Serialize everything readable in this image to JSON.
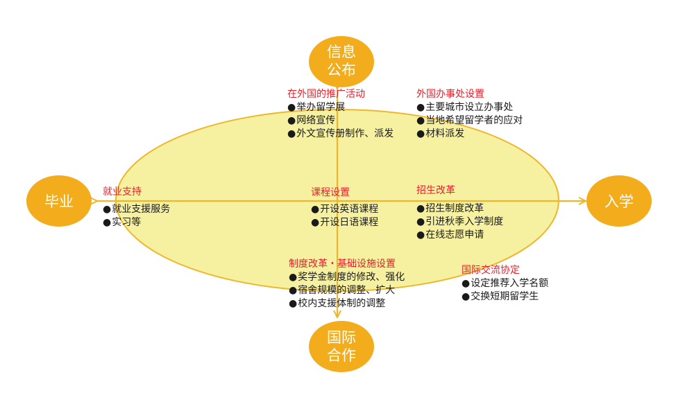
{
  "colors": {
    "node_fill": "#f3ac1c",
    "ellipse_fill": "#f6f1a1",
    "ellipse_stroke": "#efb62a",
    "arrow": "#efb62a",
    "heading": "#e8202a",
    "text": "#1a1a1a"
  },
  "nodes": {
    "top": {
      "line1": "信息",
      "line2": "公布"
    },
    "bottom": {
      "line1": "国际",
      "line2": "合作"
    },
    "left": {
      "label": "毕业"
    },
    "right": {
      "label": "入学"
    }
  },
  "blocks": {
    "promotion": {
      "title": "在外国的推广活动",
      "items": [
        "举办留学展",
        "网络宣传",
        "外文宣传册制作、派发"
      ]
    },
    "overseas_office": {
      "title": "外国办事处设置",
      "items": [
        "主要城市设立办事处",
        "当地希望留学者的应对",
        "材料派发"
      ]
    },
    "employment": {
      "title": "就业支持",
      "items": [
        "就业支援服务",
        "实习等"
      ]
    },
    "curriculum": {
      "title": "课程设置",
      "items": [
        "开设英语课程",
        "开设日语课程"
      ]
    },
    "admission_reform": {
      "title": "招生改革",
      "items": [
        "招生制度改革",
        "引进秋季入学制度",
        "在线志愿申请"
      ]
    },
    "system_reform": {
      "title": "制度改革・基础设施设置",
      "items": [
        "奖学金制度的修改、强化",
        "宿舍规模的调整、扩大",
        "校内支援体制的调整"
      ]
    },
    "exchange_agreement": {
      "title": "国际交流协定",
      "items": [
        "设定推荐入学名额",
        "交换短期留学生"
      ]
    }
  },
  "bullet": "●"
}
